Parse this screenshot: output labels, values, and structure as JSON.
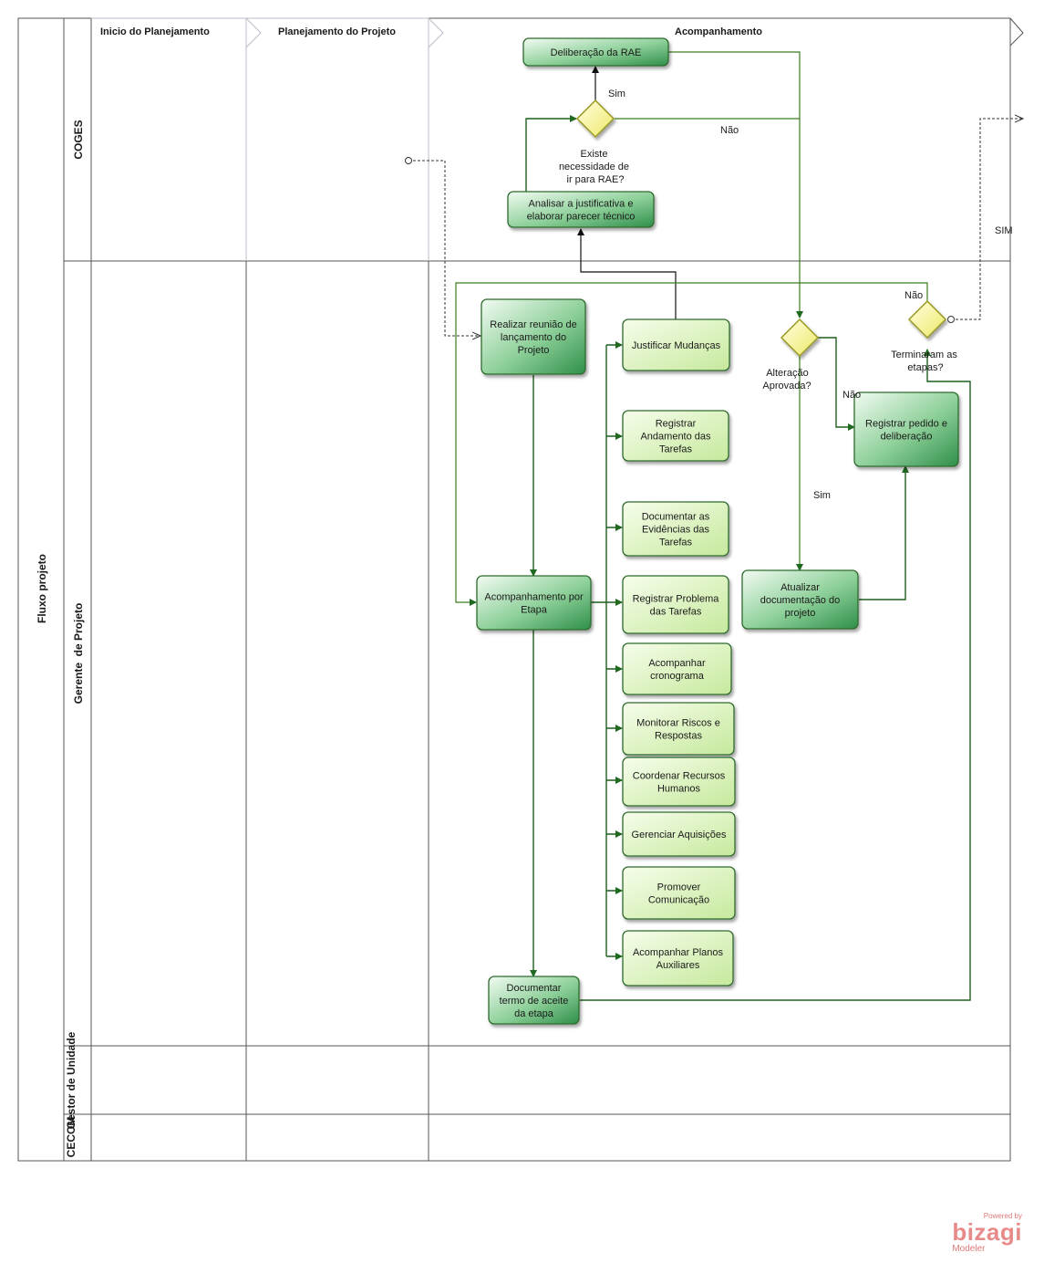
{
  "pool": {
    "name": "Fluxo projeto"
  },
  "lanes": [
    "COGES",
    "Gerente  de Projeto",
    "Gestor de Unidade",
    "CECOM"
  ],
  "phases": [
    "Inicio do Planejamento",
    "Planejamento do Projeto",
    "Acompanhamento"
  ],
  "tasks": {
    "deliberacao_rae": [
      "Deliberação da RAE"
    ],
    "analisar_justificativa": [
      "Analisar a justificativa e",
      "elaborar parecer técnico"
    ],
    "realizar_reuniao": [
      "Realizar reunião de",
      "lançamento do",
      "Projeto"
    ],
    "acompanhamento_etapa": [
      "Acompanhamento por",
      "Etapa"
    ],
    "documentar_termo": [
      "Documentar",
      "termo de aceite",
      "da etapa"
    ],
    "justificar_mudancas": [
      "Justificar Mudanças"
    ],
    "registrar_andamento": [
      "Registrar",
      "Andamento das",
      "Tarefas"
    ],
    "documentar_evidencias": [
      "Documentar as",
      "Evidências das",
      "Tarefas"
    ],
    "registrar_problema": [
      "Registrar Problema",
      "das Tarefas"
    ],
    "acompanhar_cronograma": [
      "Acompanhar",
      "cronograma"
    ],
    "monitorar_riscos": [
      "Monitorar Riscos e",
      "Respostas"
    ],
    "coordenar_recursos": [
      "Coordenar Recursos",
      "Humanos"
    ],
    "gerenciar_aquisicoes": [
      "Gerenciar Aquisições"
    ],
    "promover_comunicacao": [
      "Promover",
      "Comunicação"
    ],
    "acompanhar_planos": [
      "Acompanhar Planos",
      "Auxiliares"
    ],
    "atualizar_documentacao": [
      "Atualizar",
      "documentação do",
      "projeto"
    ],
    "registrar_pedido": [
      "Registrar pedido e",
      "deliberação"
    ]
  },
  "gateways": {
    "existe_rae": [
      "Existe",
      "necessidade de",
      "ir para RAE?"
    ],
    "alteracao_aprovada": [
      "Alteração",
      "Aprovada?"
    ],
    "terminaram_etapas": [
      "Terminaram as",
      "etapas?"
    ]
  },
  "flow_labels": {
    "sim_rae": "Sim",
    "nao_rae": "Não",
    "sim_alteracao": "Sim",
    "nao_alteracao": "Não",
    "nao_etapas": "Não",
    "sim_etapas": "SIM"
  },
  "branding": {
    "powered": "Powered by",
    "name": "bizagi",
    "product": "Modeler"
  },
  "colors": {
    "task_dark": "#3fa05c",
    "task_light": "#d8f0b8",
    "gateway": "#f4f08a",
    "flow": "#3a7d1e"
  }
}
